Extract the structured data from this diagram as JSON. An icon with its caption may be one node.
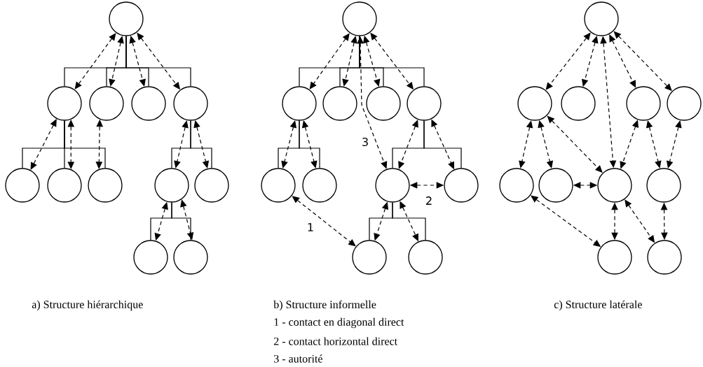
{
  "diagram": {
    "nodes": [
      {
        "text": [],
        "shape": "circle"
      },
      {
        "text": [],
        "shape": "circle"
      },
      {
        "text": [],
        "shape": "circle"
      },
      {
        "text": [],
        "shape": "circle"
      },
      {
        "text": [],
        "shape": "circle"
      },
      {
        "text": [],
        "shape": "circle"
      },
      {
        "text": [],
        "shape": "circle"
      },
      {
        "text": [],
        "shape": "circle"
      },
      {
        "text": [],
        "shape": "circle"
      },
      {
        "text": [],
        "shape": "circle"
      },
      {
        "text": [],
        "shape": "circle"
      },
      {
        "text": [],
        "shape": "circle"
      },
      {
        "text": [],
        "shape": "circle"
      },
      {
        "text": [],
        "shape": "circle"
      },
      {
        "text": [],
        "shape": "circle"
      },
      {
        "text": [],
        "shape": "circle"
      },
      {
        "text": [],
        "shape": "circle"
      },
      {
        "text": [],
        "shape": "circle"
      },
      {
        "text": [],
        "shape": "circle"
      },
      {
        "text": [],
        "shape": "circle"
      },
      {
        "text": [],
        "shape": "circle"
      },
      {
        "text": [],
        "shape": "circle"
      },
      {
        "text": [],
        "shape": "circle"
      },
      {
        "text": [],
        "shape": "circle"
      },
      {
        "text": [],
        "shape": "circle"
      },
      {
        "text": [],
        "shape": "circle"
      },
      {
        "text": [],
        "shape": "circle"
      },
      {
        "text": [],
        "shape": "circle"
      },
      {
        "text": [],
        "shape": "circle"
      },
      {
        "text": [],
        "shape": "circle"
      },
      {
        "text": [],
        "shape": "circle"
      },
      {
        "text": [],
        "shape": "circle"
      },
      {
        "text": [],
        "shape": "circle"
      },
      {
        "text": [],
        "shape": "circle"
      }
    ],
    "edges": [
      {
        "from": 0,
        "to": 1,
        "arrow": "none"
      },
      {
        "from": 0,
        "to": 2,
        "arrow": "none"
      },
      {
        "from": 0,
        "to": 3,
        "arrow": "none"
      },
      {
        "from": 0,
        "to": 4,
        "arrow": "none"
      },
      {
        "from": 1,
        "to": 5,
        "arrow": "none"
      },
      {
        "from": 1,
        "to": 6,
        "arrow": "none"
      },
      {
        "from": 1,
        "to": 7,
        "arrow": "none"
      },
      {
        "from": 4,
        "to": 8,
        "arrow": "none"
      },
      {
        "from": 4,
        "to": 9,
        "arrow": "none"
      },
      {
        "from": 8,
        "to": 10,
        "arrow": "none"
      },
      {
        "from": 8,
        "to": 11,
        "arrow": "none"
      },
      {
        "from": 0,
        "to": 1,
        "arrow": "both",
        "style": "dashed"
      },
      {
        "from": 0,
        "to": 2,
        "arrow": "both",
        "style": "dashed"
      },
      {
        "from": 0,
        "to": 3,
        "arrow": "both",
        "style": "dashed"
      },
      {
        "from": 0,
        "to": 4,
        "arrow": "both",
        "style": "dashed"
      },
      {
        "from": 1,
        "to": 5,
        "arrow": "both",
        "style": "dashed"
      },
      {
        "from": 1,
        "to": 6,
        "arrow": "both",
        "style": "dashed"
      },
      {
        "from": 2,
        "to": 7,
        "arrow": "both",
        "style": "dashed"
      },
      {
        "from": 4,
        "to": 8,
        "arrow": "both",
        "style": "dashed"
      },
      {
        "from": 4,
        "to": 9,
        "arrow": "both",
        "style": "dashed"
      },
      {
        "from": 8,
        "to": 10,
        "arrow": "both",
        "style": "dashed"
      },
      {
        "from": 8,
        "to": 11,
        "arrow": "both",
        "style": "dashed"
      },
      {
        "from": 12,
        "to": 13,
        "arrow": "none"
      },
      {
        "from": 12,
        "to": 14,
        "arrow": "none"
      },
      {
        "from": 12,
        "to": 15,
        "arrow": "none"
      },
      {
        "from": 12,
        "to": 16,
        "arrow": "none"
      },
      {
        "from": 13,
        "to": 17,
        "arrow": "none"
      },
      {
        "from": 13,
        "to": 18,
        "arrow": "none"
      },
      {
        "from": 16,
        "to": 19,
        "arrow": "none"
      },
      {
        "from": 16,
        "to": 20,
        "arrow": "none"
      },
      {
        "from": 19,
        "to": 21,
        "arrow": "none"
      },
      {
        "from": 19,
        "to": 22,
        "arrow": "none"
      },
      {
        "from": 12,
        "to": 13,
        "arrow": "both",
        "style": "dashed"
      },
      {
        "from": 12,
        "to": 14,
        "arrow": "both",
        "style": "dashed"
      },
      {
        "from": 12,
        "to": 15,
        "arrow": "both",
        "style": "dashed"
      },
      {
        "from": 12,
        "to": 16,
        "arrow": "both",
        "style": "dashed"
      },
      {
        "from": 13,
        "to": 17,
        "arrow": "both",
        "style": "dashed"
      },
      {
        "from": 13,
        "to": 18,
        "arrow": "both",
        "style": "dashed"
      },
      {
        "from": 16,
        "to": 19,
        "arrow": "both",
        "style": "dashed"
      },
      {
        "from": 16,
        "to": 20,
        "arrow": "both",
        "style": "dashed"
      },
      {
        "from": 19,
        "to": 21,
        "arrow": "both",
        "style": "dashed"
      },
      {
        "from": 19,
        "to": 22,
        "arrow": "both",
        "style": "dashed"
      },
      {
        "from": 17,
        "to": 21,
        "arrow": "both",
        "style": "dashed",
        "label": "1"
      },
      {
        "from": 19,
        "to": 20,
        "arrow": "both",
        "style": "dashed",
        "label": "2"
      },
      {
        "from": 12,
        "to": 19,
        "arrow": "both",
        "style": "dashed",
        "label": "3"
      },
      {
        "from": 23,
        "to": 24,
        "arrow": "both",
        "style": "dashed"
      },
      {
        "from": 23,
        "to": 25,
        "arrow": "both",
        "style": "dashed"
      },
      {
        "from": 23,
        "to": 26,
        "arrow": "both",
        "style": "dashed"
      },
      {
        "from": 23,
        "to": 27,
        "arrow": "both",
        "style": "dashed"
      },
      {
        "from": 23,
        "to": 30,
        "arrow": "both",
        "style": "dashed"
      },
      {
        "from": 24,
        "to": 28,
        "arrow": "both",
        "style": "dashed"
      },
      {
        "from": 24,
        "to": 29,
        "arrow": "both",
        "style": "dashed"
      },
      {
        "from": 24,
        "to": 30,
        "arrow": "both",
        "style": "dashed"
      },
      {
        "from": 26,
        "to": 30,
        "arrow": "both",
        "style": "dashed"
      },
      {
        "from": 26,
        "to": 31,
        "arrow": "both",
        "style": "dashed"
      },
      {
        "from": 27,
        "to": 31,
        "arrow": "both",
        "style": "dashed"
      },
      {
        "from": 29,
        "to": 30,
        "arrow": "both",
        "style": "dashed"
      },
      {
        "from": 30,
        "to": 32,
        "arrow": "both",
        "style": "dashed"
      },
      {
        "from": 30,
        "to": 33,
        "arrow": "both",
        "style": "dashed"
      },
      {
        "from": 31,
        "to": 33,
        "arrow": "both",
        "style": "dashed"
      },
      {
        "from": 28,
        "to": 32,
        "arrow": "both",
        "style": "dashed"
      }
    ],
    "labels": [
      "a) Structure hiérarchique",
      "b) Structure informelle",
      "c) Structure latérale",
      "1 - contact en diagonal direct",
      "2 - contact horizontal direct",
      "3 - autorité"
    ]
  }
}
